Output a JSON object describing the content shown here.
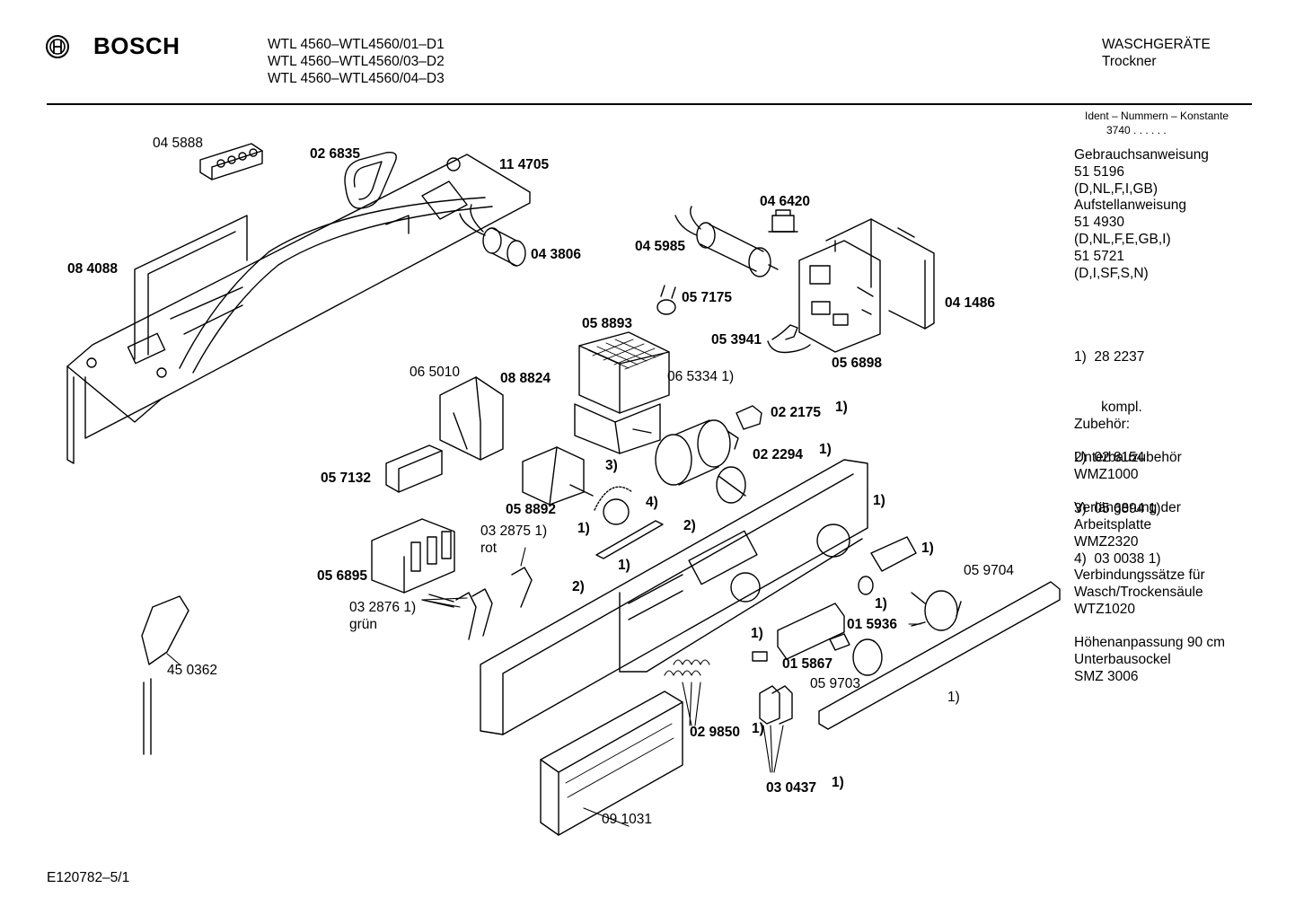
{
  "header": {
    "brand": "BOSCH",
    "models": [
      "WTL 4560–WTL4560/01–D1",
      "WTL 4560–WTL4560/03–D2",
      "WTL 4560–WTL4560/04–D3"
    ],
    "category": "WASCHGERÄTE",
    "subcategory": "Trockner"
  },
  "sidebar": {
    "ident_title": "Ident – Nummern – Konstante",
    "ident_value": "3740 . . . . . .",
    "lines": [
      "Gebrauchsanweisung",
      "51 5196",
      "(D,NL,F,I,GB)",
      "Aufstellanweisung",
      "51 4930",
      "(D,NL,F,E,GB,I)",
      "51 5721",
      "(D,I,SF,S,N)"
    ],
    "footnotes": [
      "1)  28 2237",
      "       kompl.",
      "2)  02 8154",
      "3)  05 6894 1)",
      "4)  03 0038 1)"
    ],
    "zubehoer": "Zubehör:",
    "accessories": [
      [
        "Unterbauzubehör",
        "WMZ1000"
      ],
      [
        "Verlängerung der",
        "Arbeitsplatte",
        "WMZ2320"
      ],
      [
        "Verbindungssätze für",
        "Wasch/Trockensäule",
        "WTZ1020"
      ],
      [
        "Höhenanpassung 90 cm",
        "Unterbausockel",
        "SMZ 3006"
      ]
    ]
  },
  "footer": {
    "code": "E120782–5/1"
  },
  "parts": [
    {
      "id": "p045888",
      "text": "04 5888",
      "bold": false
    },
    {
      "id": "p026835",
      "text": "02 6835",
      "bold": true
    },
    {
      "id": "p114705",
      "text": "11 4705",
      "bold": true
    },
    {
      "id": "p084088",
      "text": "08 4088",
      "bold": true
    },
    {
      "id": "p043806",
      "text": "04 3806",
      "bold": true
    },
    {
      "id": "p046420",
      "text": "04 6420",
      "bold": true
    },
    {
      "id": "p045985",
      "text": "04 5985",
      "bold": true
    },
    {
      "id": "p057175",
      "text": "05 7175",
      "bold": true
    },
    {
      "id": "p041486",
      "text": "04 1486",
      "bold": true
    },
    {
      "id": "p058893",
      "text": "05 8893",
      "bold": true
    },
    {
      "id": "p053941",
      "text": "05 3941",
      "bold": true
    },
    {
      "id": "p056898",
      "text": "05 6898",
      "bold": true
    },
    {
      "id": "p065010",
      "text": "06 5010",
      "bold": false
    },
    {
      "id": "p088824",
      "text": "08 8824",
      "bold": true
    },
    {
      "id": "p065334",
      "text": "06 5334 1)",
      "bold": false
    },
    {
      "id": "p022175",
      "text": "02 2175",
      "bold": true
    },
    {
      "id": "fn022175",
      "text": "1)",
      "bold": true
    },
    {
      "id": "p022294",
      "text": "02 2294",
      "bold": true
    },
    {
      "id": "fn022294",
      "text": "1)",
      "bold": true
    },
    {
      "id": "p057132",
      "text": "05 7132",
      "bold": true
    },
    {
      "id": "fn3",
      "text": "3)",
      "bold": true
    },
    {
      "id": "fn4",
      "text": "4)",
      "bold": true
    },
    {
      "id": "fnPanel",
      "text": "1)",
      "bold": true
    },
    {
      "id": "p058892",
      "text": "05 8892",
      "bold": true
    },
    {
      "id": "fnA",
      "text": "1)",
      "bold": true
    },
    {
      "id": "fn2a",
      "text": "2)",
      "bold": true
    },
    {
      "id": "p032875",
      "text": "03 2875 1)",
      "bold": false
    },
    {
      "id": "rot",
      "text": "rot",
      "bold": false
    },
    {
      "id": "fnB",
      "text": "1)",
      "bold": true
    },
    {
      "id": "fnC",
      "text": "1)",
      "bold": true
    },
    {
      "id": "p059704",
      "text": "05 9704",
      "bold": false
    },
    {
      "id": "p056895",
      "text": "05 6895",
      "bold": true
    },
    {
      "id": "fn2b",
      "text": "2)",
      "bold": true
    },
    {
      "id": "fnD",
      "text": "1)",
      "bold": true
    },
    {
      "id": "p032876",
      "text": "03 2876 1)",
      "bold": false
    },
    {
      "id": "gruen",
      "text": "grün",
      "bold": false
    },
    {
      "id": "p015936",
      "text": "01 5936",
      "bold": true
    },
    {
      "id": "fnE",
      "text": "1)",
      "bold": true
    },
    {
      "id": "p450362",
      "text": "45 0362",
      "bold": false
    },
    {
      "id": "p015867",
      "text": "01 5867",
      "bold": true
    },
    {
      "id": "p059703",
      "text": "05 9703",
      "bold": false
    },
    {
      "id": "fnF",
      "text": "1)",
      "bold": false
    },
    {
      "id": "p029850",
      "text": "02 9850",
      "bold": true
    },
    {
      "id": "fnG",
      "text": "1)",
      "bold": true
    },
    {
      "id": "p030437",
      "text": "03 0437",
      "bold": true
    },
    {
      "id": "fnH",
      "text": "1)",
      "bold": true
    },
    {
      "id": "p091031",
      "text": "09 1031",
      "bold": false
    }
  ]
}
